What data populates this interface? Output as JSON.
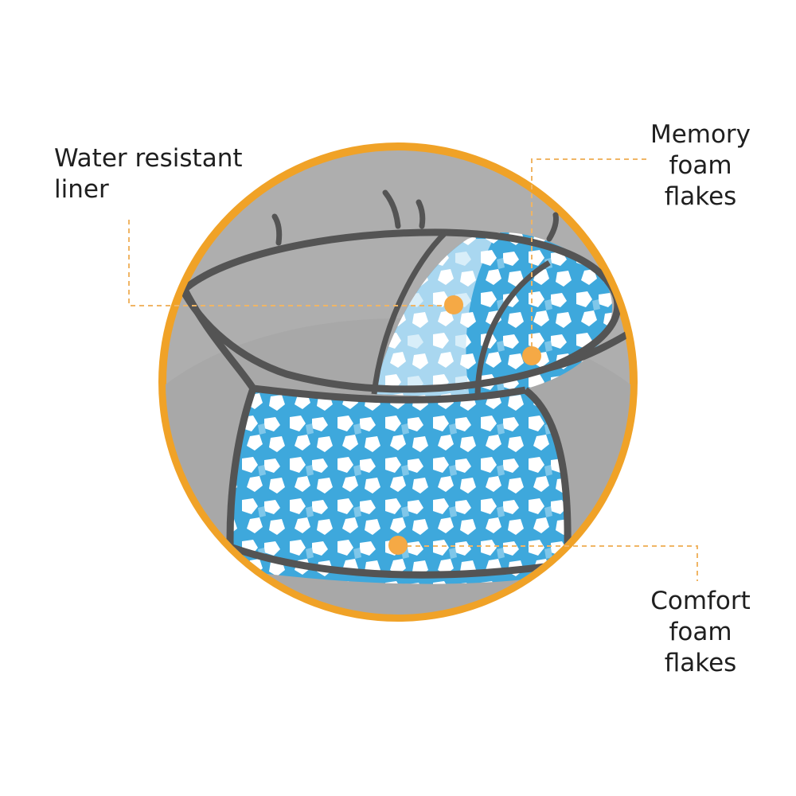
{
  "colors": {
    "ring": "#F0A227",
    "background_gray": "#AEAEAE",
    "outline": "#545454",
    "blue": "#3EA8DC",
    "light_blue": "#A9D7F0",
    "white": "#FFFFFF",
    "marker": "#F5A945",
    "leader_line": "#F0B565"
  },
  "labels": {
    "water_resistant": [
      "Water resistant",
      "liner"
    ],
    "memory_foam": [
      "Memory",
      "foam",
      "flakes"
    ],
    "comfort_foam": [
      "Comfort",
      "foam",
      "flakes"
    ]
  }
}
